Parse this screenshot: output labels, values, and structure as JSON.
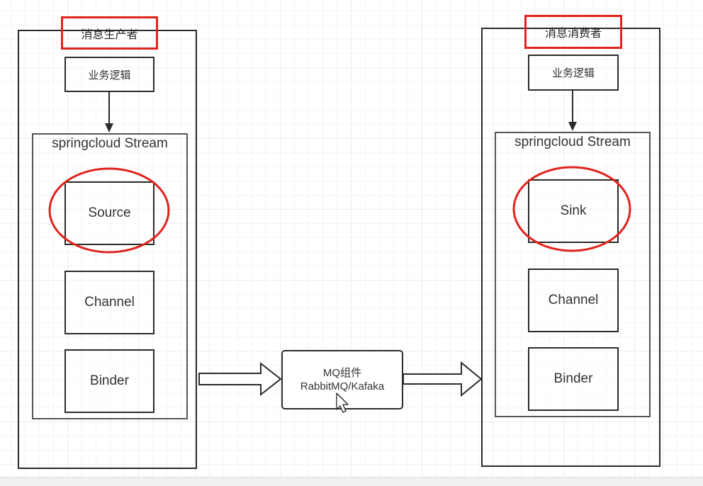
{
  "producer": {
    "title": "消息生产者",
    "logic": "业务逻辑",
    "stream_title": "springcloud Stream",
    "source": "Source",
    "channel": "Channel",
    "binder": "Binder"
  },
  "mq": {
    "line1": "MQ组件",
    "line2": "RabbitMQ/Kafaka"
  },
  "consumer": {
    "title": "消息消费者",
    "logic": "业务逻辑",
    "stream_title": "springcloud Stream",
    "sink": "Sink",
    "channel": "Channel",
    "binder": "Binder"
  },
  "colors": {
    "highlight": "#e0231c",
    "stroke": "#2b2b2b"
  }
}
